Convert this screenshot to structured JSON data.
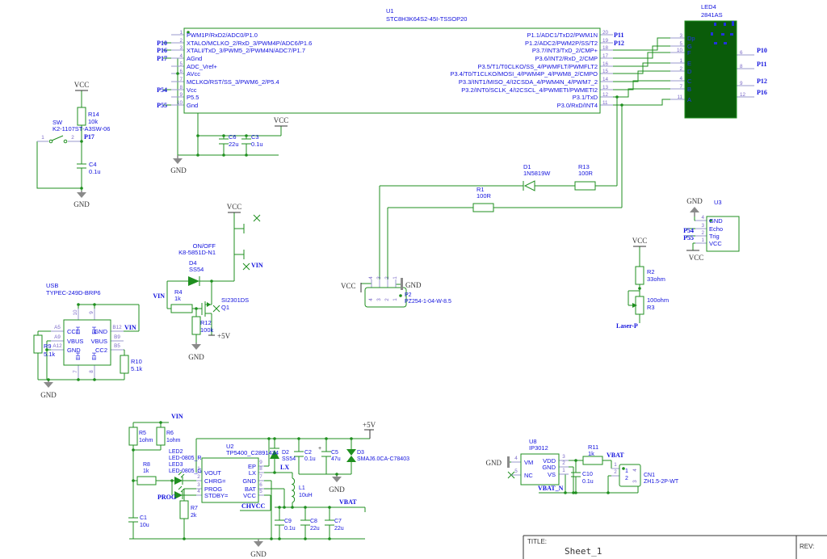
{
  "power": {
    "vcc": "VCC",
    "gnd": "GND",
    "p5v": "+5V",
    "plus": "+"
  },
  "nets": {
    "p10": "P10",
    "p11": "P11",
    "p12": "P12",
    "p16": "P16",
    "p17": "P17",
    "p54": "P54",
    "p55": "P55",
    "vin": "VIN",
    "vbat": "VBAT",
    "vbat_n": "VBAT_N",
    "chvcc": "CHVCC",
    "lx": "LX",
    "prog": "PROG",
    "laser_p": "Laser-P"
  },
  "u1": {
    "ref": "U1",
    "part": "STC8H3K64S2-45I-TSSOP20",
    "left_pins": [
      {
        "n": "1",
        "name": "PWM1P/RxD2/ADC0/P1.0"
      },
      {
        "n": "2",
        "name": "XTALO/MCLKO_2/RxD_3/PWM4P/ADC6/P1.6"
      },
      {
        "n": "3",
        "name": "XTALI/TxD_3/PWM5_2/PWM4N/ADC7/P1.7"
      },
      {
        "n": "4",
        "name": "AGnd"
      },
      {
        "n": "5",
        "name": "ADC_Vref+"
      },
      {
        "n": "6",
        "name": "AVcc"
      },
      {
        "n": "7",
        "name": "MCLKO/RST/SS_3/PWM6_2/P5.4"
      },
      {
        "n": "8",
        "name": "Vcc"
      },
      {
        "n": "9",
        "name": "P5.5"
      },
      {
        "n": "10",
        "name": "Gnd"
      }
    ],
    "right_pins": [
      {
        "n": "20",
        "name": "P1.1/ADC1/TxD2/PWM1N"
      },
      {
        "n": "19",
        "name": "P1.2/ADC2/PWM2P/SS/T2"
      },
      {
        "n": "18",
        "name": "P3.7/INT3/TxD_2/CMP+"
      },
      {
        "n": "17",
        "name": "P3.6/INT2/RxD_2/CMP"
      },
      {
        "n": "16",
        "name": "P3.5/T1/T0CLKO/SS_4/PWMFLT/PWMFLT2"
      },
      {
        "n": "15",
        "name": "P3.4/T0/T1CLKO/MOSI_4/PWM4P_4/PWM8_2/CMPO"
      },
      {
        "n": "14",
        "name": "P3.3/INT1/MISO_4/I2CSDA_4/PWM4N_4/PWM7_2"
      },
      {
        "n": "13",
        "name": "P3.2/INT0/SCLK_4/I2CSCL_4/PWMETI/PWMETI2"
      },
      {
        "n": "12",
        "name": "P3.1/TxD"
      },
      {
        "n": "11",
        "name": "P3.0/RxD/INT4"
      }
    ]
  },
  "led4": {
    "ref": "LED4",
    "part": "2841AS",
    "left_pins": [
      {
        "n": "3",
        "name": "Dp"
      },
      {
        "n": "5",
        "name": "G"
      },
      {
        "n": "10",
        "name": "F"
      },
      {
        "n": "1",
        "name": "E"
      },
      {
        "n": "2",
        "name": "D"
      },
      {
        "n": "4",
        "name": "C"
      },
      {
        "n": "7",
        "name": "B"
      },
      {
        "n": "11",
        "name": "A"
      }
    ],
    "right_pins": [
      {
        "n": "6",
        "net": "P10"
      },
      {
        "n": "8",
        "net": "P11"
      },
      {
        "n": "9",
        "net": "P12"
      },
      {
        "n": "12",
        "net": "P16"
      }
    ]
  },
  "sw": {
    "ref": "SW",
    "part": "K2-1107ST-A3SW-06",
    "pin1": "1",
    "pin2": "2"
  },
  "onoff": {
    "label": "ON/OFF",
    "part": "K8-5851D-N1"
  },
  "usb": {
    "label": "USB",
    "part": "TYPEC-249D-BRP6",
    "shield": "EH",
    "top_nums": [
      "10",
      "9"
    ],
    "bottom_nums": [
      "7",
      "8"
    ],
    "left": [
      {
        "n": "A5",
        "name": "CC1"
      },
      {
        "n": "A9",
        "name": "VBUS"
      },
      {
        "n": "A12",
        "name": "GND"
      }
    ],
    "right": [
      {
        "n": "B12",
        "name": "GND"
      },
      {
        "n": "B9",
        "name": "VBUS"
      },
      {
        "n": "B5",
        "name": "CC2"
      }
    ]
  },
  "p2": {
    "ref": "P2",
    "part": "PZ254-1-04-W-8.5",
    "pins": [
      "4",
      "3",
      "2",
      "1"
    ]
  },
  "u3": {
    "ref": "U3",
    "pins": [
      {
        "n": "4",
        "name": "GND"
      },
      {
        "n": "3",
        "name": "Echo"
      },
      {
        "n": "2",
        "name": "Trig"
      },
      {
        "n": "1",
        "name": "VCC"
      }
    ]
  },
  "u2": {
    "ref": "U2",
    "part": "TP5400_C2891434",
    "left_pins": [
      {
        "n": "1",
        "name": "VOUT"
      },
      {
        "n": "2",
        "name": "CHRG="
      },
      {
        "n": "3",
        "name": "PROG"
      },
      {
        "n": "4",
        "name": "STDBY="
      }
    ],
    "right_pins": [
      {
        "n": "9",
        "name": "EP"
      },
      {
        "n": "8",
        "name": "LX"
      },
      {
        "n": "7",
        "name": "GND"
      },
      {
        "n": "6",
        "name": "BAT"
      },
      {
        "n": "5",
        "name": "VCC"
      }
    ]
  },
  "u8": {
    "ref": "U8",
    "part": "IP3012",
    "left_pins": [
      {
        "n": "4",
        "name": "VM"
      },
      {
        "n": "5",
        "name": "NC"
      }
    ],
    "right_pins": [
      {
        "n": "3",
        "name": "VDD"
      },
      {
        "n": "2",
        "name": "GND"
      },
      {
        "n": "1",
        "name": "VS"
      }
    ]
  },
  "cn1": {
    "ref": "CN1",
    "part": "ZH1.5-2P-WT",
    "pins": [
      "1",
      "2"
    ],
    "mount": [
      "4",
      "3"
    ]
  },
  "parts": {
    "r14": {
      "ref": "R14",
      "val": "10k"
    },
    "c4": {
      "ref": "C4",
      "val": "0.1u"
    },
    "c6": {
      "ref": "C6",
      "val": "22u"
    },
    "c3": {
      "ref": "C3",
      "val": "0.1u"
    },
    "d4": {
      "ref": "D4",
      "val": "SS54"
    },
    "r4": {
      "ref": "R4",
      "val": "1k"
    },
    "q1": {
      "ref": "Q1",
      "val": "SI2301DS"
    },
    "r12": {
      "ref": "R12",
      "val": "100k"
    },
    "r9": {
      "ref": "R9",
      "val": "5.1k"
    },
    "r10": {
      "ref": "R10",
      "val": "5.1k"
    },
    "d1": {
      "ref": "D1",
      "val": "1N5819W"
    },
    "r13": {
      "ref": "R13",
      "val": "100R"
    },
    "r1": {
      "ref": "R1",
      "val": "100R"
    },
    "r2": {
      "ref": "R2",
      "val": "33ohm"
    },
    "r3": {
      "ref": "R3",
      "val": "100ohm"
    },
    "r5": {
      "ref": "R5",
      "val": "1ohm"
    },
    "r6": {
      "ref": "R6",
      "val": "1ohm"
    },
    "r8": {
      "ref": "R8",
      "val": "1k"
    },
    "r7": {
      "ref": "R7",
      "val": "2k"
    },
    "c1": {
      "ref": "C1",
      "val": "10u"
    },
    "led2": {
      "ref": "LED2",
      "val": "LED-0805_R"
    },
    "led3": {
      "ref": "LED3",
      "val": "LED-0805_G"
    },
    "d2": {
      "ref": "D2",
      "val": "SS54"
    },
    "c2": {
      "ref": "C2",
      "val": "0.1u"
    },
    "c5": {
      "ref": "C5",
      "val": "47u"
    },
    "d3": {
      "ref": "D3",
      "val": "SMAJ6.0CA-C78403"
    },
    "l1": {
      "ref": "L1",
      "val": "10uH"
    },
    "c9": {
      "ref": "C9",
      "val": "0.1u"
    },
    "c8": {
      "ref": "C8",
      "val": "22u"
    },
    "c7": {
      "ref": "C7",
      "val": "22u"
    },
    "r11": {
      "ref": "R11",
      "val": "1k"
    },
    "c10": {
      "ref": "C10",
      "val": "0.1u"
    }
  },
  "title_block": {
    "title_label": "TITLE:",
    "sheet": "Sheet_1",
    "rev_label": "REV:"
  }
}
